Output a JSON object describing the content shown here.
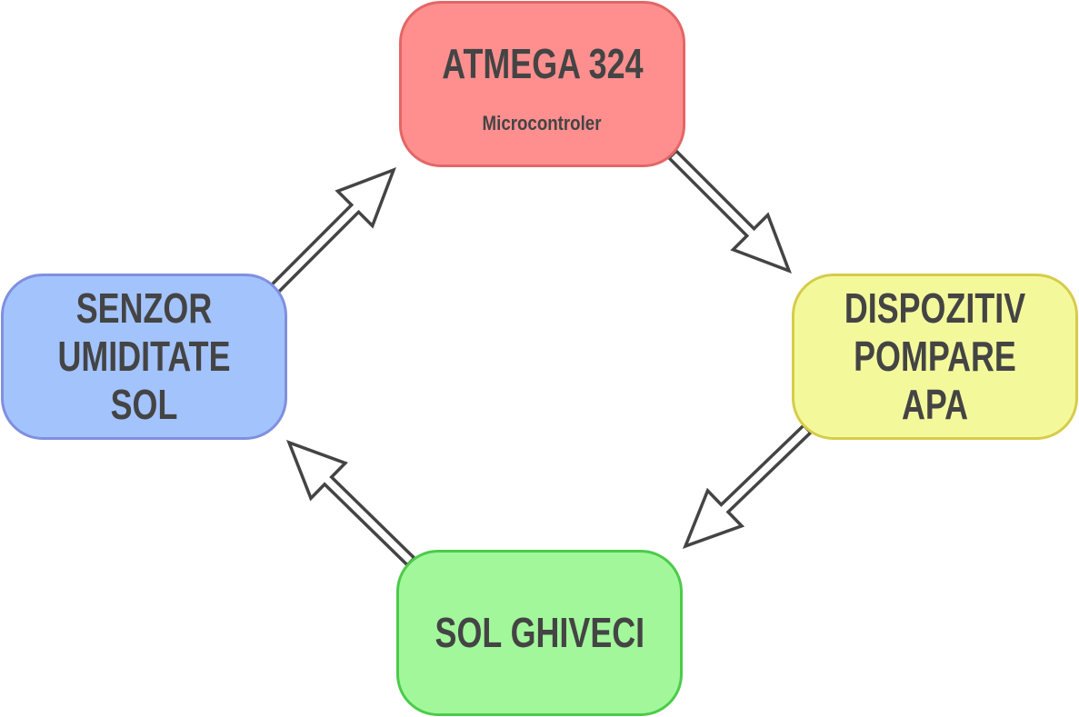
{
  "diagram": {
    "nodes": [
      {
        "id": "mcu",
        "title": "ATMEGA 324",
        "subtitle": "Microcontroler",
        "fill": "#ff8f8f",
        "stroke": "#e36666"
      },
      {
        "id": "pump",
        "title": "DISPOZITIV\nPOMPARE APA",
        "fill": "#f3f99b",
        "stroke": "#d6cc4a"
      },
      {
        "id": "soil",
        "title": "SOL GHIVECI",
        "fill": "#a2f79b",
        "stroke": "#4ccb4a"
      },
      {
        "id": "sensor",
        "title": "SENZOR\nUMIDITATE SOL",
        "fill": "#a3c3fd",
        "stroke": "#7f8fe0"
      }
    ],
    "edges": [
      {
        "from": "mcu",
        "to": "pump"
      },
      {
        "from": "pump",
        "to": "soil"
      },
      {
        "from": "soil",
        "to": "sensor"
      },
      {
        "from": "sensor",
        "to": "mcu"
      }
    ],
    "arrow_stroke": "#444444",
    "text_color": "#444444"
  }
}
